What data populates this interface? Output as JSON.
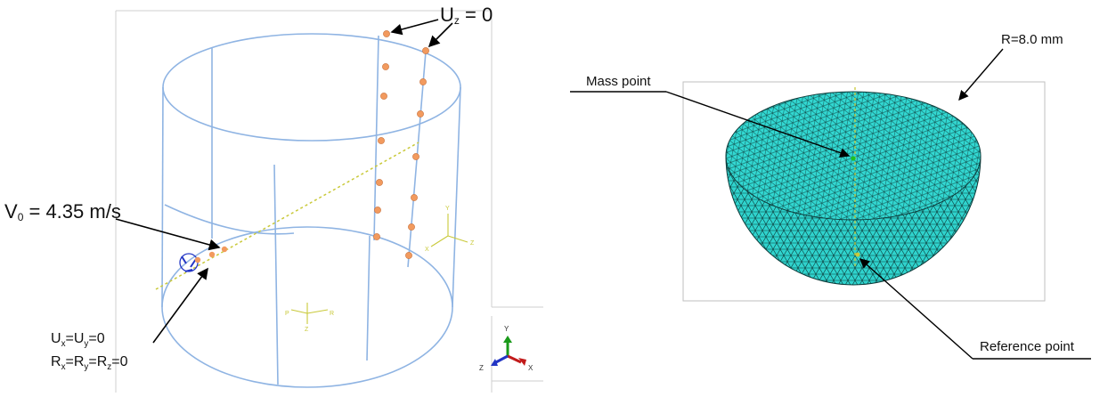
{
  "left": {
    "uz_label": {
      "main": "U",
      "sub": "z",
      "rest": " = 0"
    },
    "v0_label": {
      "main": "V",
      "sub": "0",
      "rest": " = 4.35 m/s"
    },
    "uxy_label": {
      "u1": "U",
      "s1": "x",
      "mid": "=U",
      "s2": "y",
      "rest": "=0"
    },
    "rxyz_label": {
      "r1": "R",
      "s1": "x",
      "m1": "=R",
      "s2": "y",
      "m2": "=R",
      "s3": "z",
      "rest": "=0"
    },
    "axis_triad": {
      "y": "Y",
      "x": "X",
      "z": "Z",
      "colors": {
        "y": "#1a9a1a",
        "x": "#c21b1b",
        "z": "#2235c4"
      }
    },
    "triad_small_a": {
      "y": "Y",
      "z": "Z",
      "x": "X"
    },
    "triad_small_b": {
      "p": "P",
      "r": "R",
      "z": "Z"
    }
  },
  "right": {
    "r_label": "R=8.0 mm",
    "mass_label": "Mass point",
    "ref_label": "Reference point",
    "mesh_color": "#2fd3cd"
  },
  "colors": {
    "wire": "#8fb4e3",
    "node": "#f29a5e",
    "dashed": "#c9c93a"
  }
}
